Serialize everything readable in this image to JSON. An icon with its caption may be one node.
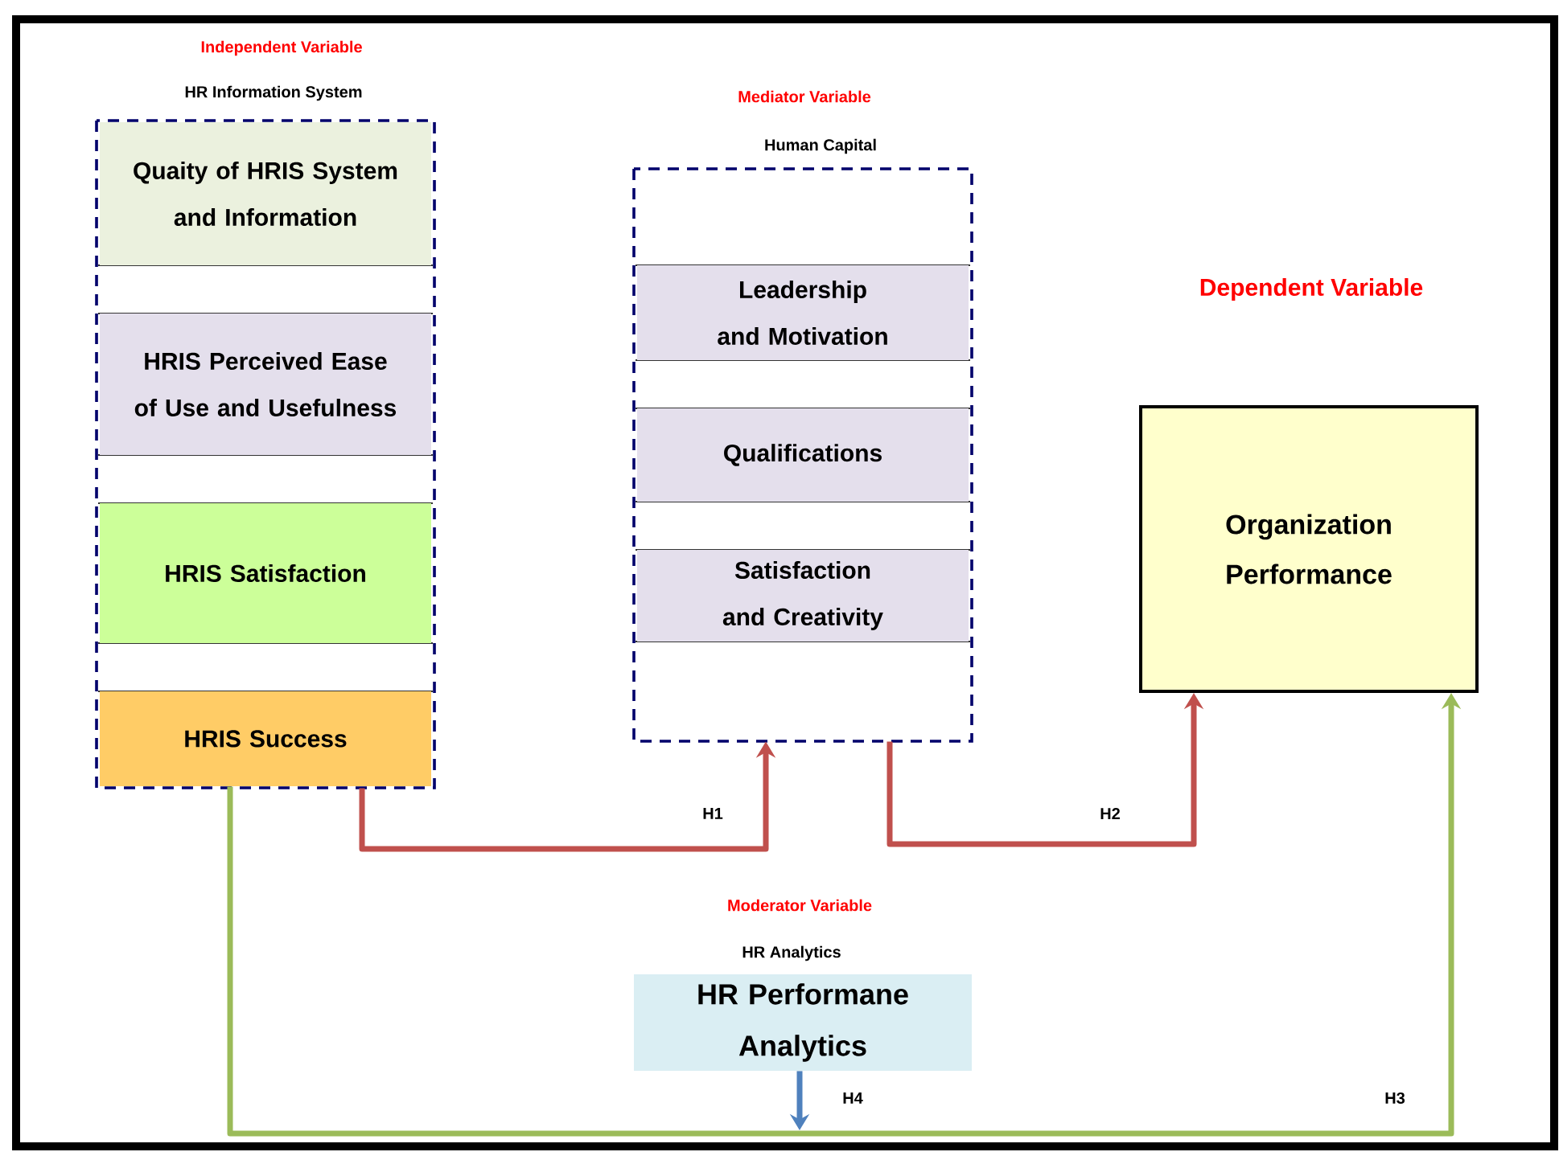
{
  "diagram": {
    "nodes": [
      {
        "text": [
          "Independent Variable",
          "HR Information System"
        ]
      },
      {
        "text": [
          "Quaity of HRIS System and Information"
        ],
        "in": 0
      },
      {
        "text": [
          "HRIS Perceived Ease of Use and Usefulness"
        ],
        "in": 0
      },
      {
        "text": [
          "HRIS Satisfaction"
        ],
        "in": 0
      },
      {
        "text": [
          "HRIS Success"
        ],
        "in": 0
      },
      {
        "text": [
          "Mediator Variable",
          "Human Capital"
        ]
      },
      {
        "text": [
          "Leadership and Motivation"
        ],
        "in": 5
      },
      {
        "text": [
          "Qualifications"
        ],
        "in": 5
      },
      {
        "text": [
          "Satisfaction and Creativity"
        ],
        "in": 5
      },
      {
        "text": [
          "Organization Performance"
        ]
      },
      {
        "text": [
          "Moderator Variable",
          "HR Analytics",
          "HR Performane Analytics"
        ]
      }
    ],
    "edges": [
      {
        "from": 0,
        "to": 5,
        "arrow": "to",
        "label": "H1",
        "color": "#c0504d"
      },
      {
        "from": 5,
        "to": 9,
        "arrow": "to",
        "label": "H2",
        "color": "#c0504d"
      },
      {
        "from": 4,
        "to": 9,
        "arrow": "to",
        "label": "H3",
        "color": "#9bbb59"
      },
      {
        "from": 10,
        "to": null,
        "arrow": "to",
        "label": "H4",
        "color": "#4f81bd"
      }
    ],
    "labels": [
      "Dependent Variable"
    ]
  }
}
